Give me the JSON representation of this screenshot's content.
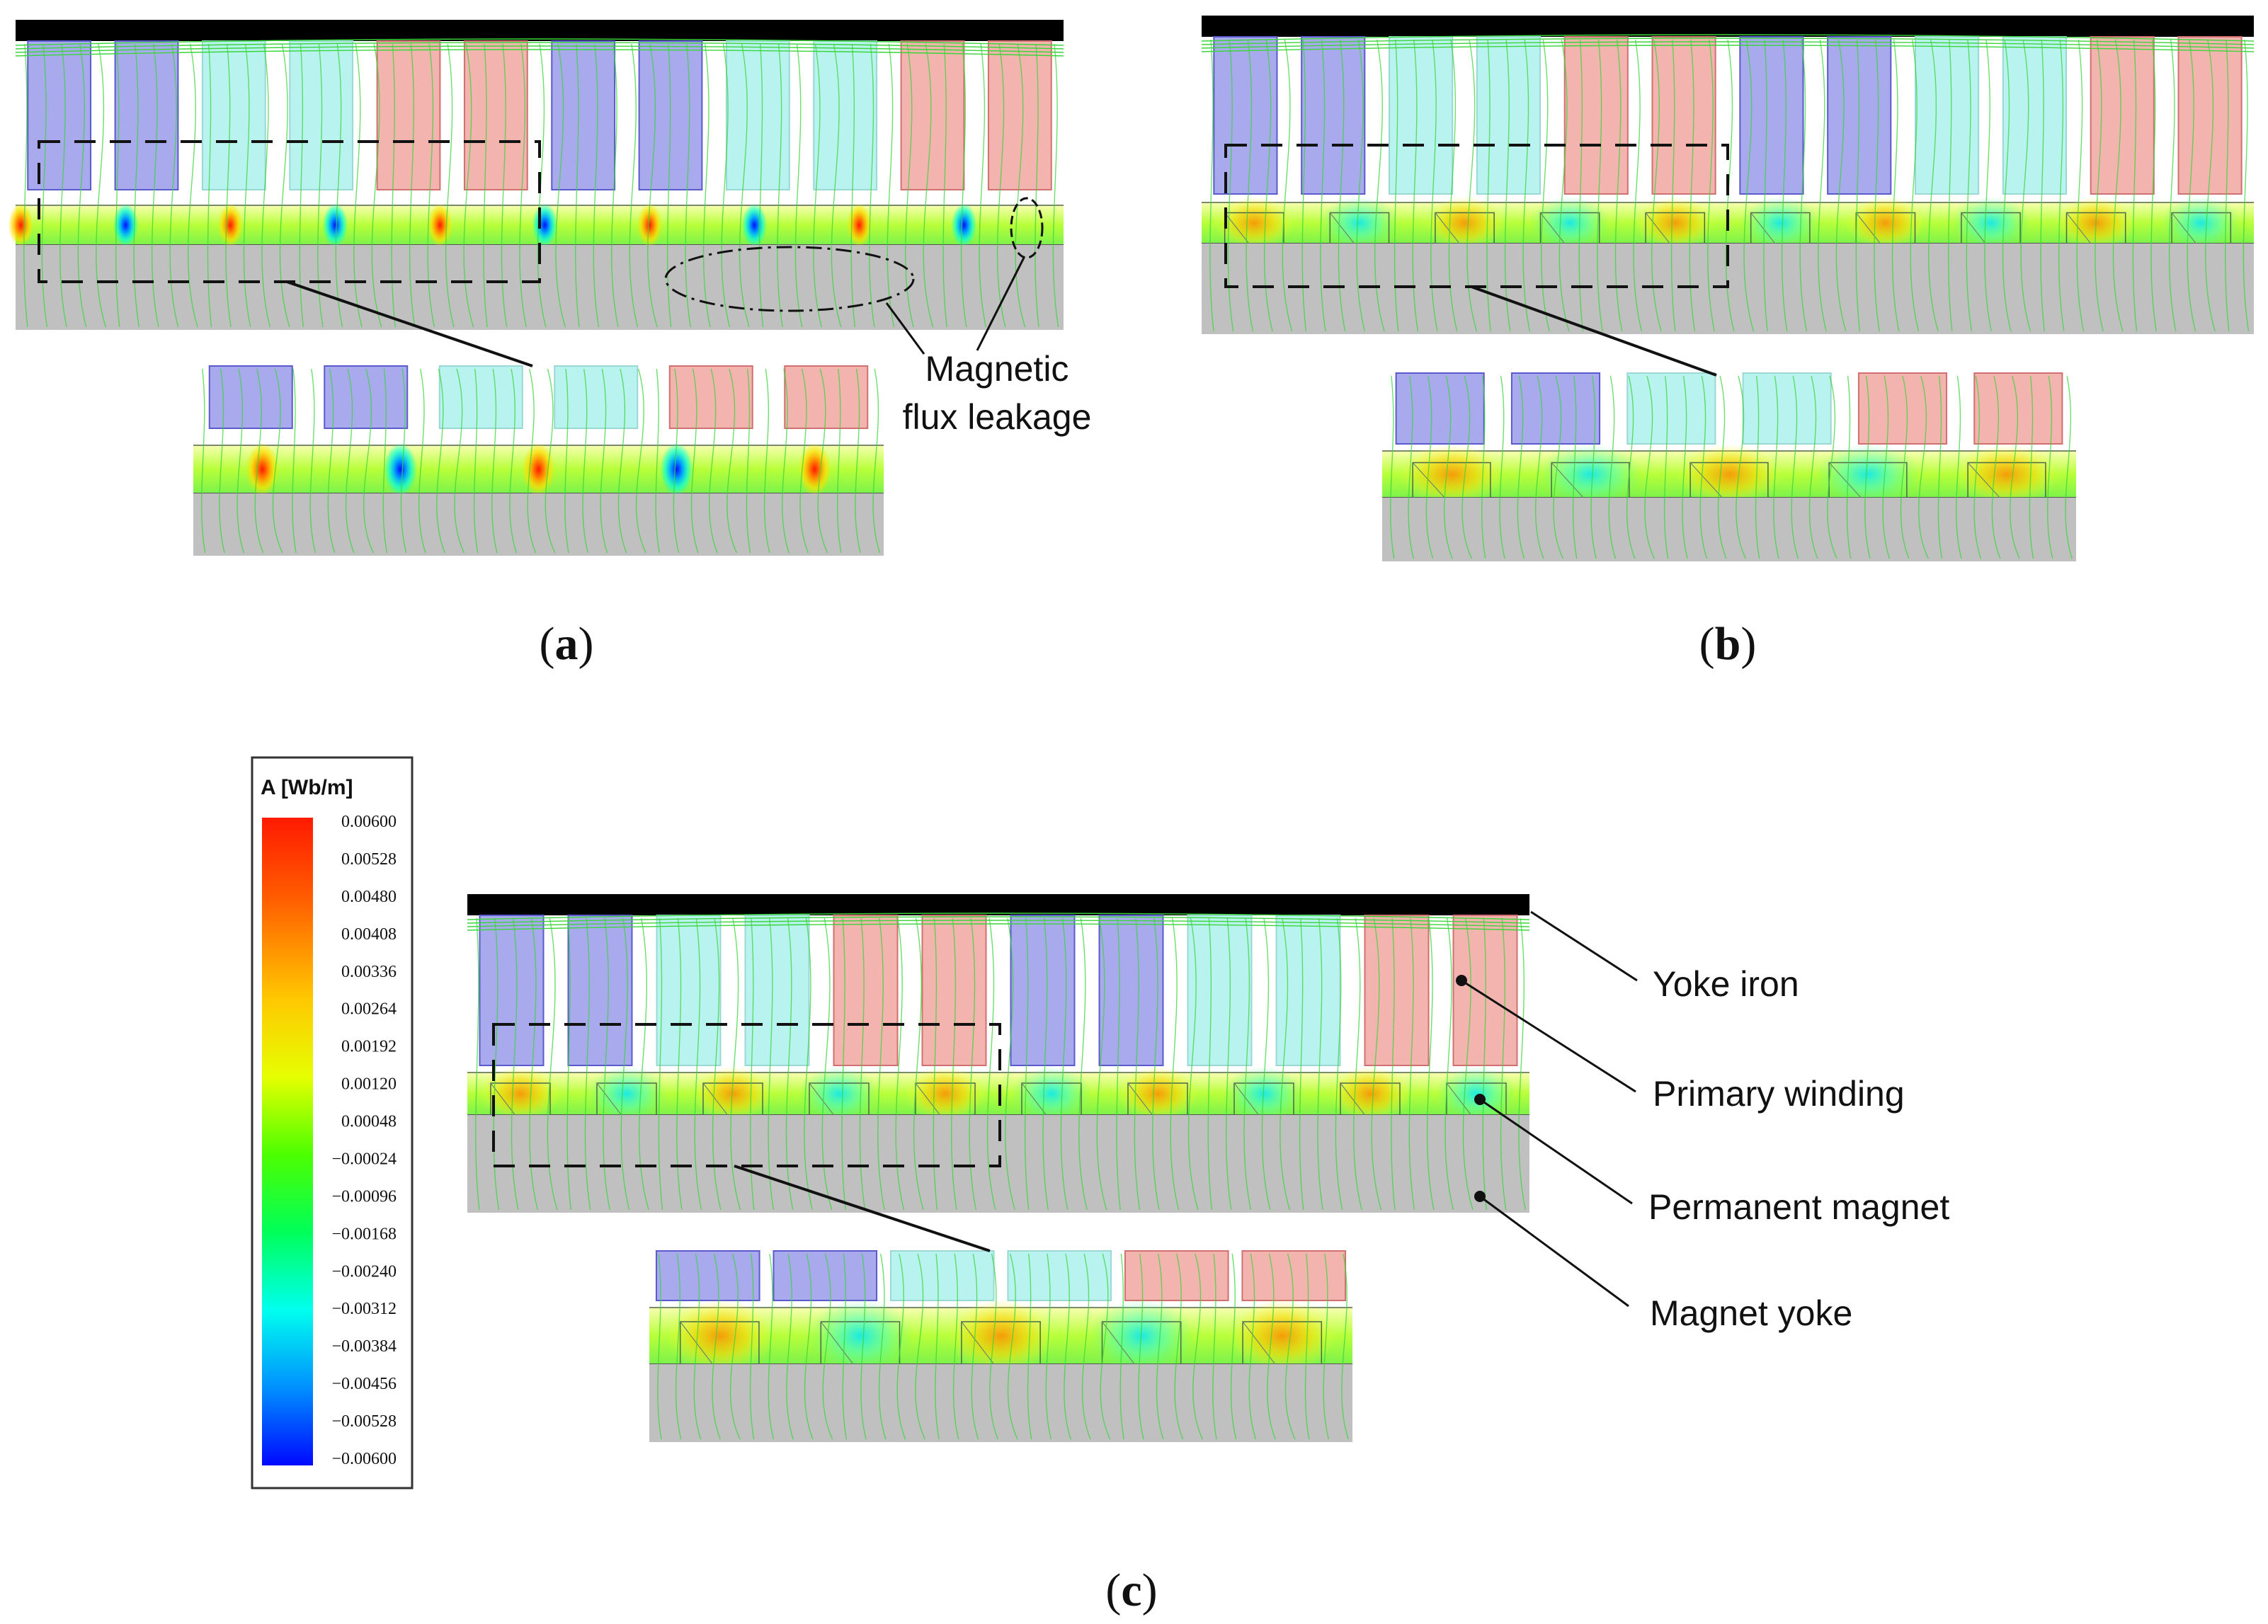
{
  "panels": [
    {
      "id": "a",
      "caption": "a",
      "magnet_style": "surface"
    },
    {
      "id": "b",
      "caption": "b",
      "magnet_style": "halbach"
    },
    {
      "id": "c",
      "caption": "c",
      "magnet_style": "halbach"
    }
  ],
  "annotations": {
    "flux_leakage": [
      "Magnetic",
      "flux leakage"
    ],
    "yoke_iron": "Yoke iron",
    "primary_winding": "Primary winding",
    "permanent_magnet": "Permanent magnet",
    "magnet_yoke": "Magnet yoke"
  },
  "legend": {
    "title": "A [Wb/m]",
    "ticks": [
      "0.00600",
      "0.00528",
      "0.00480",
      "0.00408",
      "0.00336",
      "0.00264",
      "0.00192",
      "0.00120",
      "0.00048",
      "−0.00024",
      "−0.00096",
      "−0.00168",
      "−0.00240",
      "−0.00312",
      "−0.00384",
      "−0.00456",
      "−0.00528",
      "−0.00600"
    ],
    "max": 0.006,
    "min": -0.006
  },
  "colors": {
    "phase_a": "#a9a9ee",
    "phase_b": "#b9f3ef",
    "phase_c": "#f3b3ae",
    "yoke_iron": "#000000",
    "magnet_yoke": "#c0c0c0",
    "flux_line": "#3ad63a"
  },
  "coil_phases": [
    "a",
    "a",
    "b",
    "b",
    "c",
    "c",
    "a",
    "a",
    "b",
    "b",
    "c",
    "c"
  ]
}
